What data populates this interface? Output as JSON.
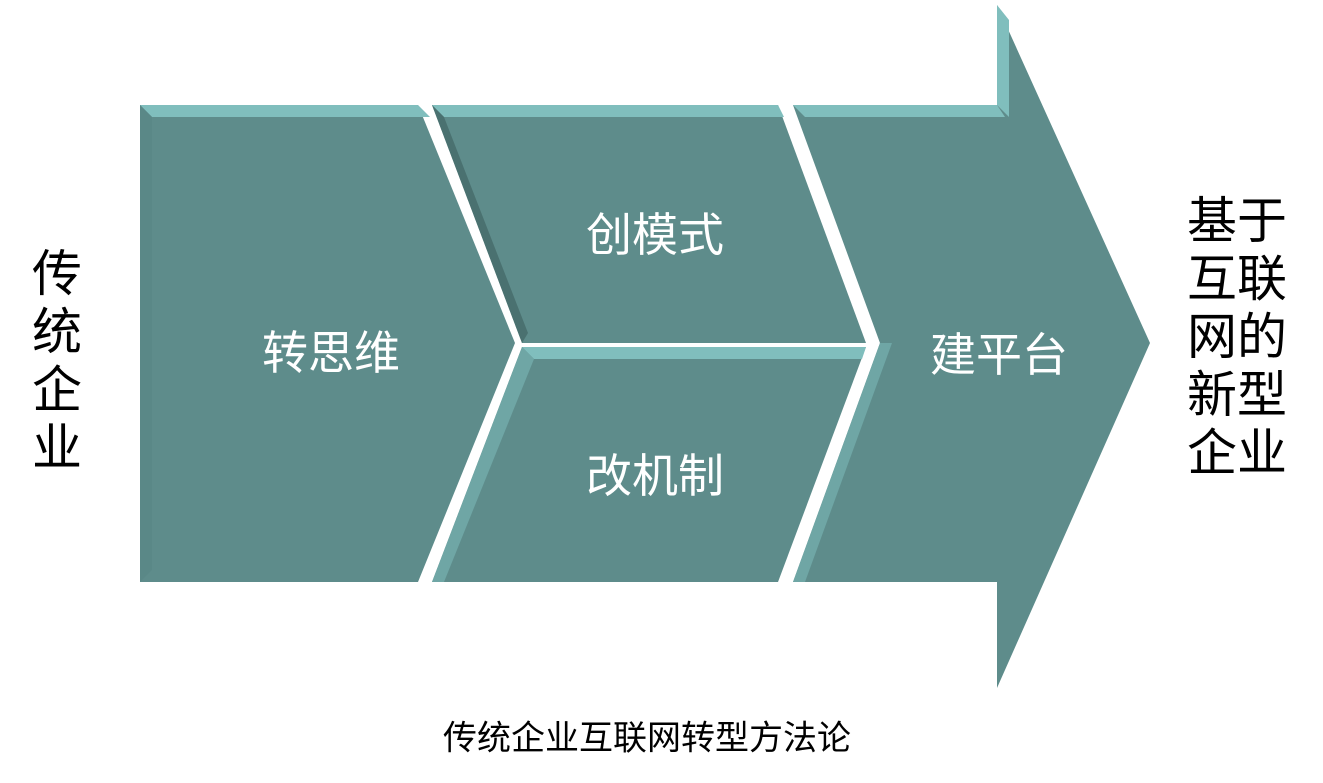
{
  "left_label": [
    "传",
    "统",
    "企",
    "业"
  ],
  "steps": {
    "think": "转思维",
    "model": "创模式",
    "mechanism": "改机制",
    "platform": "建平台"
  },
  "right_label": [
    "基于",
    "互联",
    "网的",
    "新型",
    "企业"
  ],
  "title": "传统企业互联网转型方法论",
  "colors": {
    "fill": "#5E8C8B",
    "bevel_light": "#80BEBD",
    "bevel_dark": "#4A7170"
  }
}
